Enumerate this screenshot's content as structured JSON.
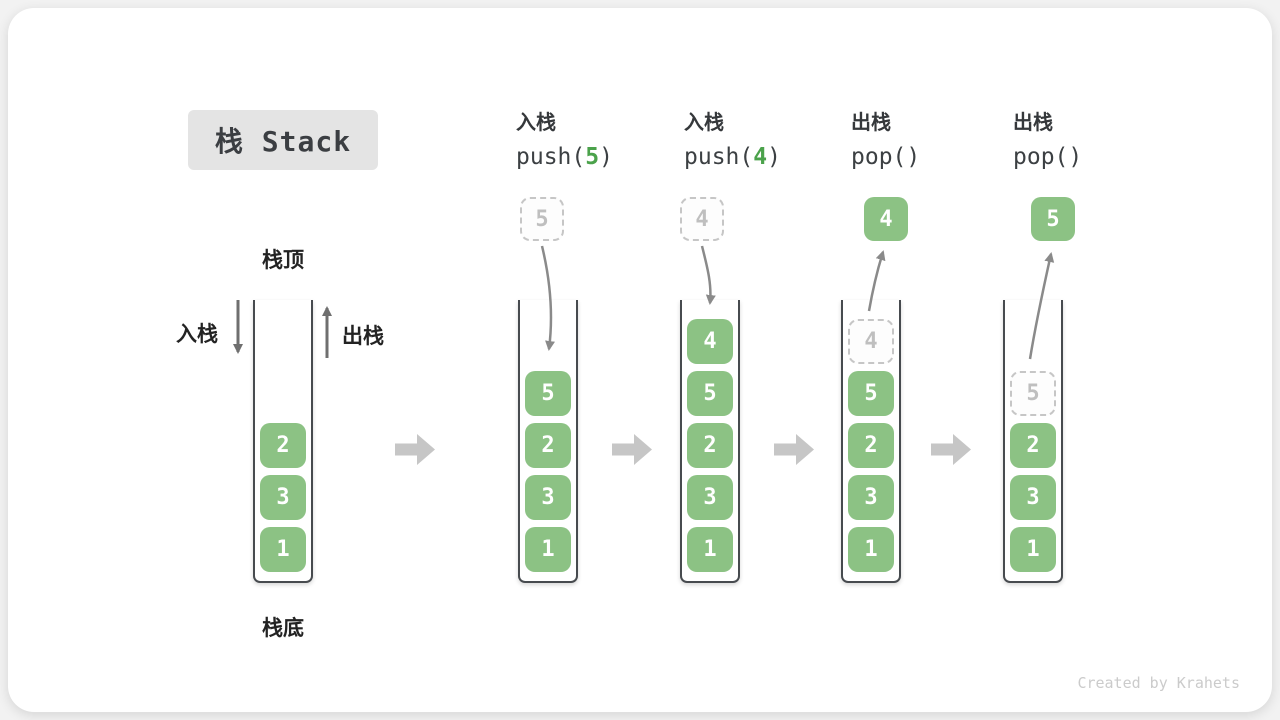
{
  "title_box": {
    "label": "栈 Stack"
  },
  "stack_labels": {
    "top": "栈顶",
    "bottom": "栈底",
    "push": "入栈",
    "pop": "出栈"
  },
  "operations": [
    {
      "name": "push-5",
      "label": "入栈",
      "code": {
        "pre": "push(",
        "arg": "5",
        "post": ")"
      }
    },
    {
      "name": "push-4",
      "label": "入栈",
      "code": {
        "pre": "push(",
        "arg": "4",
        "post": ")"
      }
    },
    {
      "name": "pop-1",
      "label": "出栈",
      "code": {
        "pre": "pop(",
        "arg": "",
        "post": ")"
      }
    },
    {
      "name": "pop-2",
      "label": "出栈",
      "code": {
        "pre": "pop(",
        "arg": "",
        "post": ")"
      }
    }
  ],
  "stacks": [
    {
      "name": "initial",
      "elements": [
        1,
        3,
        2
      ]
    },
    {
      "name": "after-push-5",
      "elements": [
        1,
        3,
        2,
        5
      ],
      "incoming": 5
    },
    {
      "name": "after-push-4",
      "elements": [
        1,
        3,
        2,
        5,
        4
      ],
      "incoming": 4
    },
    {
      "name": "after-pop-4",
      "elements": [
        1,
        3,
        2,
        5
      ],
      "ghost": 4,
      "popped": 4
    },
    {
      "name": "after-pop-5",
      "elements": [
        1,
        3,
        2
      ],
      "ghost": 5,
      "popped": 5
    }
  ],
  "watermark": "Created by Krahets",
  "colors": {
    "element_green": "#8cc284",
    "code_arg_green": "#4ba24b",
    "flow_arrow_gray": "#8a8a8a",
    "block_arrow_gray": "#c6c6c6",
    "ghost_border_gray": "#c6c6c6",
    "container_border": "#474b4f",
    "text_dark": "#3c4043",
    "watermark_gray": "#cbcbcb",
    "title_box_bg": "#e4e4e4"
  }
}
